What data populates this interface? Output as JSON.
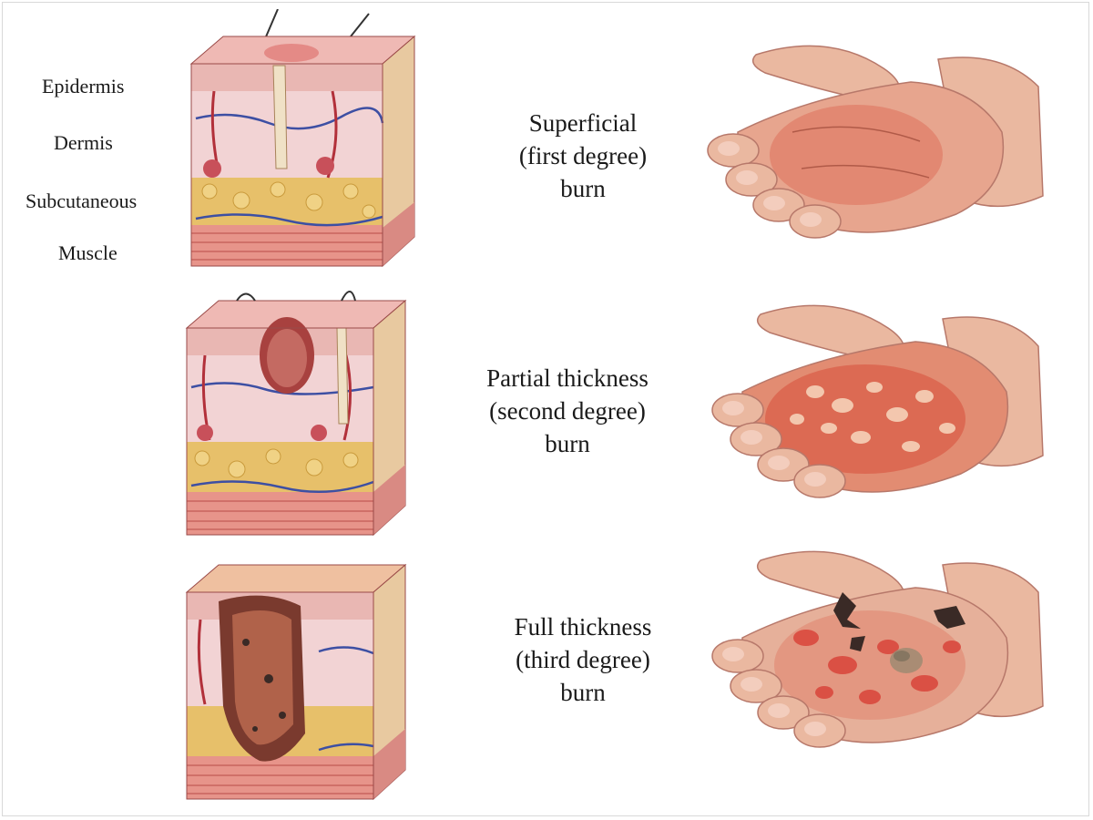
{
  "layers": {
    "epidermis": "Epidermis",
    "dermis": "Dermis",
    "subcutaneous": "Subcutaneous",
    "muscle": "Muscle"
  },
  "burns": [
    {
      "line1": "Superficial",
      "line2": "(first degree)",
      "line3": "burn"
    },
    {
      "line1": "Partial thickness",
      "line2": "(second degree)",
      "line3": "burn"
    },
    {
      "line1": "Full thickness",
      "line2": "(third degree)",
      "line3": "burn"
    }
  ],
  "colors": {
    "epidermis": "#e9b7b3",
    "dermis": "#f2d3d4",
    "subcutaneous": "#e7c06a",
    "muscle": "#e7948a",
    "skin": "#eab8a0",
    "burn_red": "#d9543f",
    "char": "#3a2a26",
    "vessel_blue": "#3d4fa3",
    "vessel_red": "#b2303a"
  }
}
